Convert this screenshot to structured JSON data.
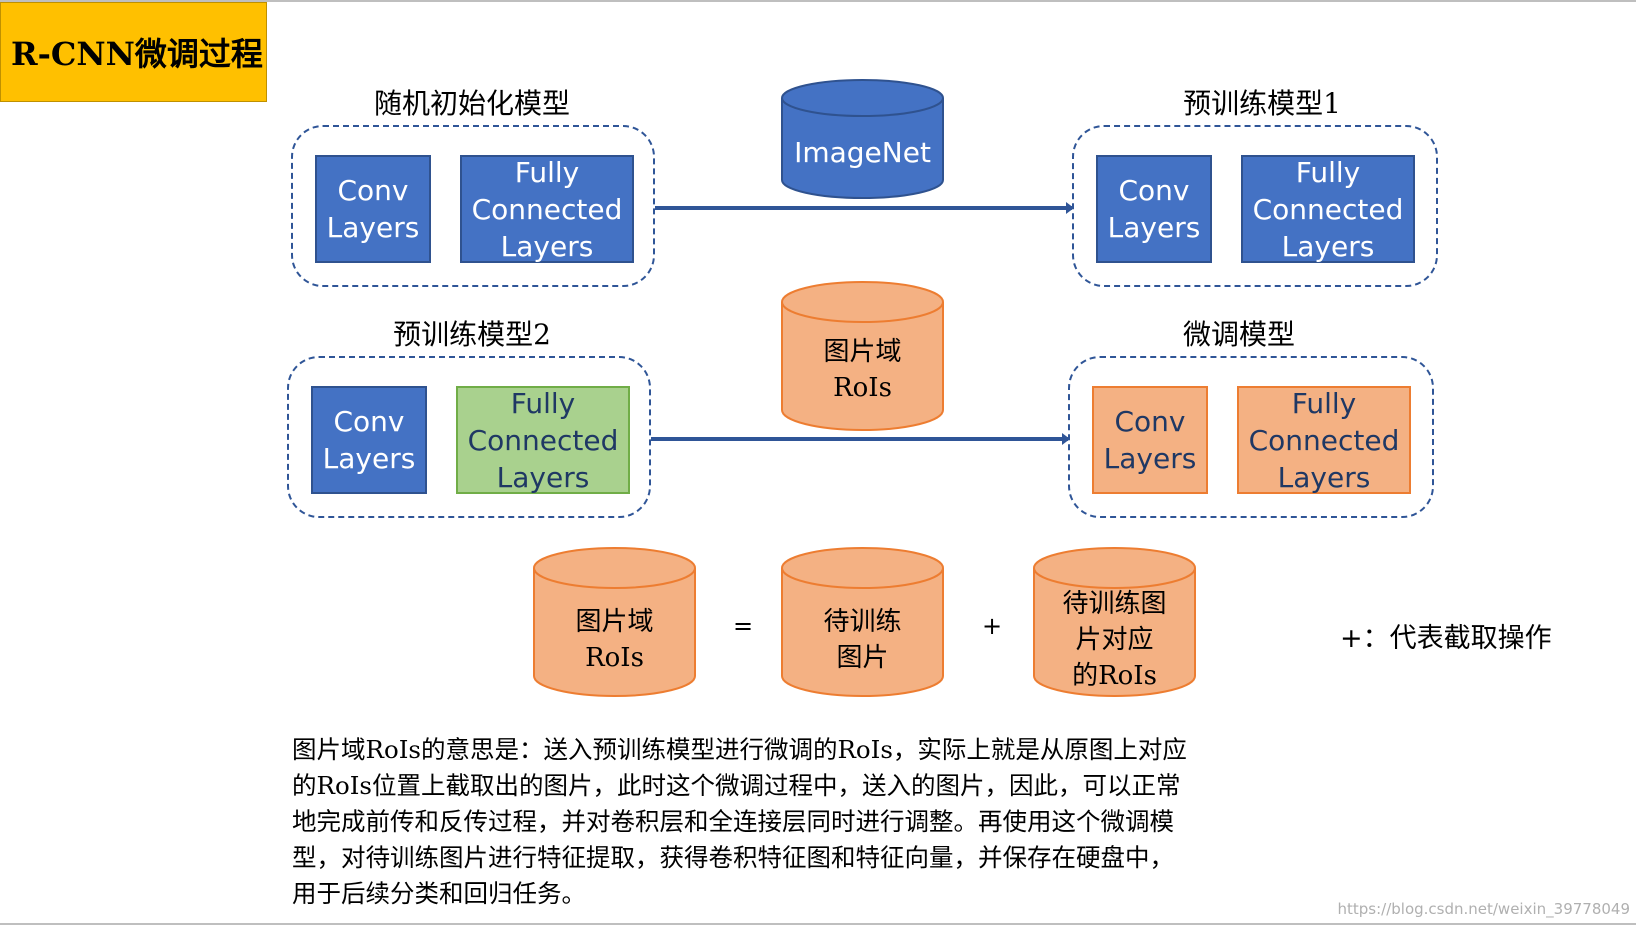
{
  "title": "R-CNN微调过程",
  "colors": {
    "title_bg": "#ffc000",
    "blue": "#4472c4",
    "green": "#a9d18e",
    "orange": "#f4b183",
    "dashed_border": "#2f5597"
  },
  "groups": {
    "random_init": {
      "label": "随机初始化模型",
      "conv": "Conv\nLayers",
      "fc": "Fully\nConnected\nLayers"
    },
    "pretrained_1": {
      "label": "预训练模型1",
      "conv": "Conv\nLayers",
      "fc": "Fully\nConnected\nLayers"
    },
    "pretrained_2": {
      "label": "预训练模型2",
      "conv": "Conv\nLayers",
      "fc": "Fully\nConnected\nLayers"
    },
    "finetuned": {
      "label": "微调模型",
      "conv": "Conv\nLayers",
      "fc": "Fully\nConnected\nLayers"
    }
  },
  "datasets": {
    "imagenet": "ImageNet",
    "image_domain_rois": "图片域\nRoIs"
  },
  "equation": {
    "lhs": "图片域\nRoIs",
    "equals": "=",
    "term1": "待训练\n图片",
    "plus": "+",
    "term2": "待训练图\n片对应\n的RoIs",
    "note": "+：代表截取操作"
  },
  "paragraph": [
    "图片域RoIs的意思是：送入预训练模型进行微调的RoIs，实际上就是从原图上对应",
    "的RoIs位置上截取出的图片，此时这个微调过程中，送入的图片，因此，可以正常",
    "地完成前传和反传过程，并对卷积层和全连接层同时进行调整。再使用这个微调模",
    "型，对待训练图片进行特征提取，获得卷积特征图和特征向量，并保存在硬盘中，",
    "用于后续分类和回归任务。"
  ],
  "watermark": "https://blog.csdn.net/weixin_39778049"
}
